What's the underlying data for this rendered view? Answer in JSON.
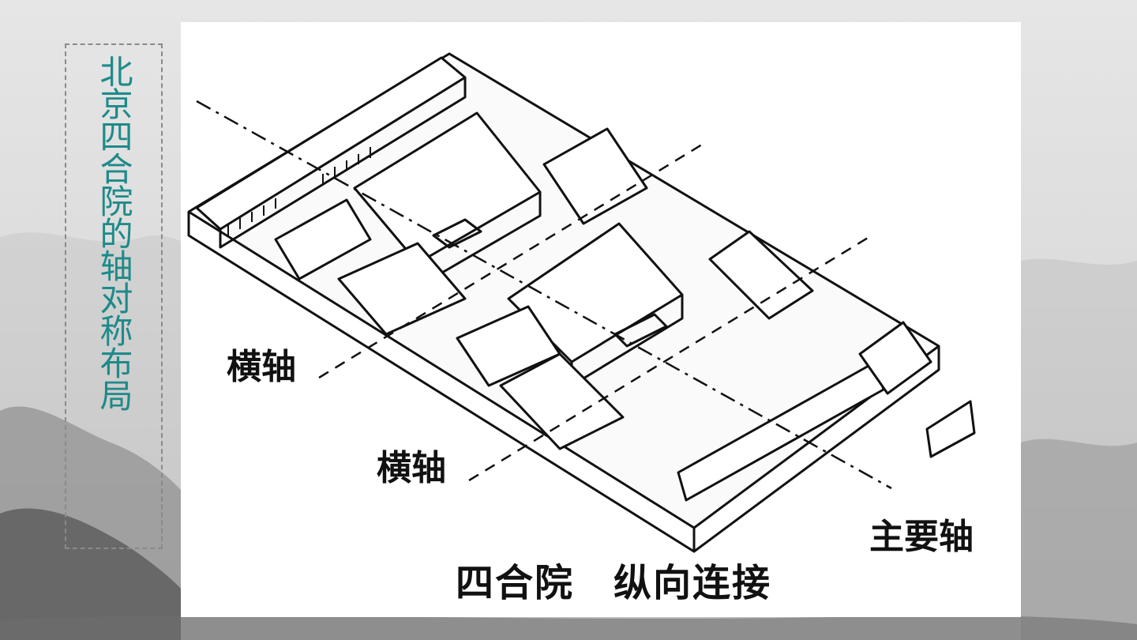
{
  "slide": {
    "side_title": "北京四合院的轴对称布局"
  },
  "diagram": {
    "labels": {
      "horizontal_axis_1": "横轴",
      "horizontal_axis_2": "横轴",
      "main_axis": "主要轴",
      "caption": "四合院　纵向连接"
    }
  },
  "colors": {
    "title_teal": "#1f8a8a",
    "ink": "#111111",
    "panel_bg": "#ffffff"
  }
}
